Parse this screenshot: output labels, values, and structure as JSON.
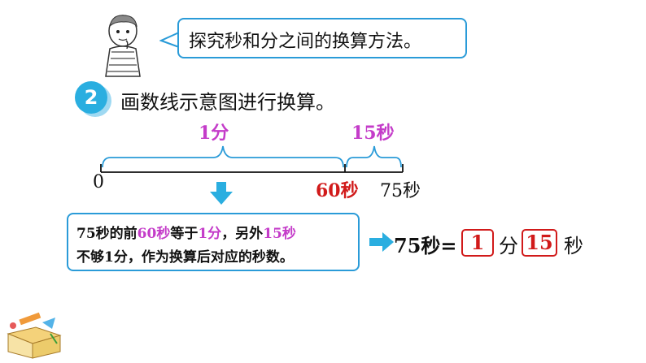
{
  "bubble": {
    "text": "探究秒和分之间的换算方法。"
  },
  "step": {
    "number": "2",
    "title": "画数线示意图进行换算。"
  },
  "number_line": {
    "brace_one_minute": "1分",
    "brace_fifteen_seconds": "15秒",
    "start_label": "0",
    "mark_60": "60秒",
    "mark_75": "75秒"
  },
  "explanation": {
    "l1_a": "75秒的前",
    "l1_b": "60秒",
    "l1_c": "等于",
    "l1_d": "1分",
    "l1_e": "，另外",
    "l1_f": "15秒",
    "line2": "不够1分，作为换算后对应的秒数。"
  },
  "result": {
    "left": "75秒=",
    "minutes": "1",
    "unit_minutes": "分",
    "seconds": "15",
    "unit_seconds": "秒"
  },
  "colors": {
    "accent_blue": "#2a9bd8",
    "pink": "#c43cc9",
    "red": "#d11a1a"
  },
  "icons": [
    "boy-thinking-icon",
    "down-arrow-icon",
    "right-arrow-icon",
    "stationery-icon"
  ]
}
